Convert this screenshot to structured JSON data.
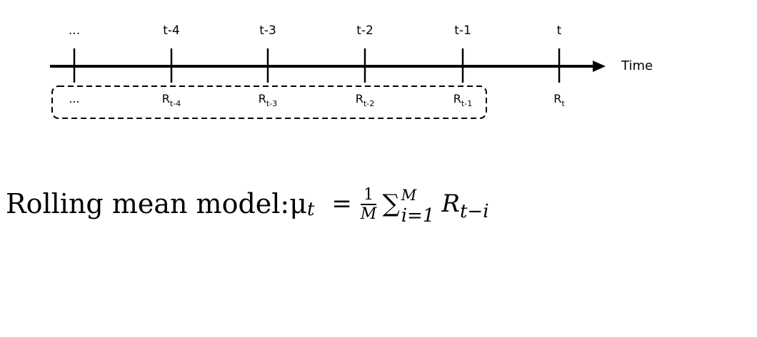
{
  "timeline": {
    "axis_label": "Time",
    "points": [
      {
        "time_label": "...",
        "value_label": "...",
        "value_sub": "",
        "in_window": true
      },
      {
        "time_label": "t-4",
        "value_label": "R",
        "value_sub": "t-4",
        "in_window": true
      },
      {
        "time_label": "t-3",
        "value_label": "R",
        "value_sub": "t-3",
        "in_window": true
      },
      {
        "time_label": "t-2",
        "value_label": "R",
        "value_sub": "t-2",
        "in_window": true
      },
      {
        "time_label": "t-1",
        "value_label": "R",
        "value_sub": "t-1",
        "in_window": true
      },
      {
        "time_label": "t",
        "value_label": "R",
        "value_sub": "t",
        "in_window": false
      }
    ]
  },
  "formula": {
    "prefix": "Rolling mean model: ",
    "mu": "μ",
    "mu_sub": "t",
    "equals": "=",
    "frac_num": "1",
    "frac_den": "M",
    "sigma": "∑",
    "sum_upper": "M",
    "sum_lower": "i=1",
    "term_base": "R",
    "term_sub": "t−i"
  },
  "colors": {
    "line": "#000000",
    "background": "#ffffff"
  }
}
